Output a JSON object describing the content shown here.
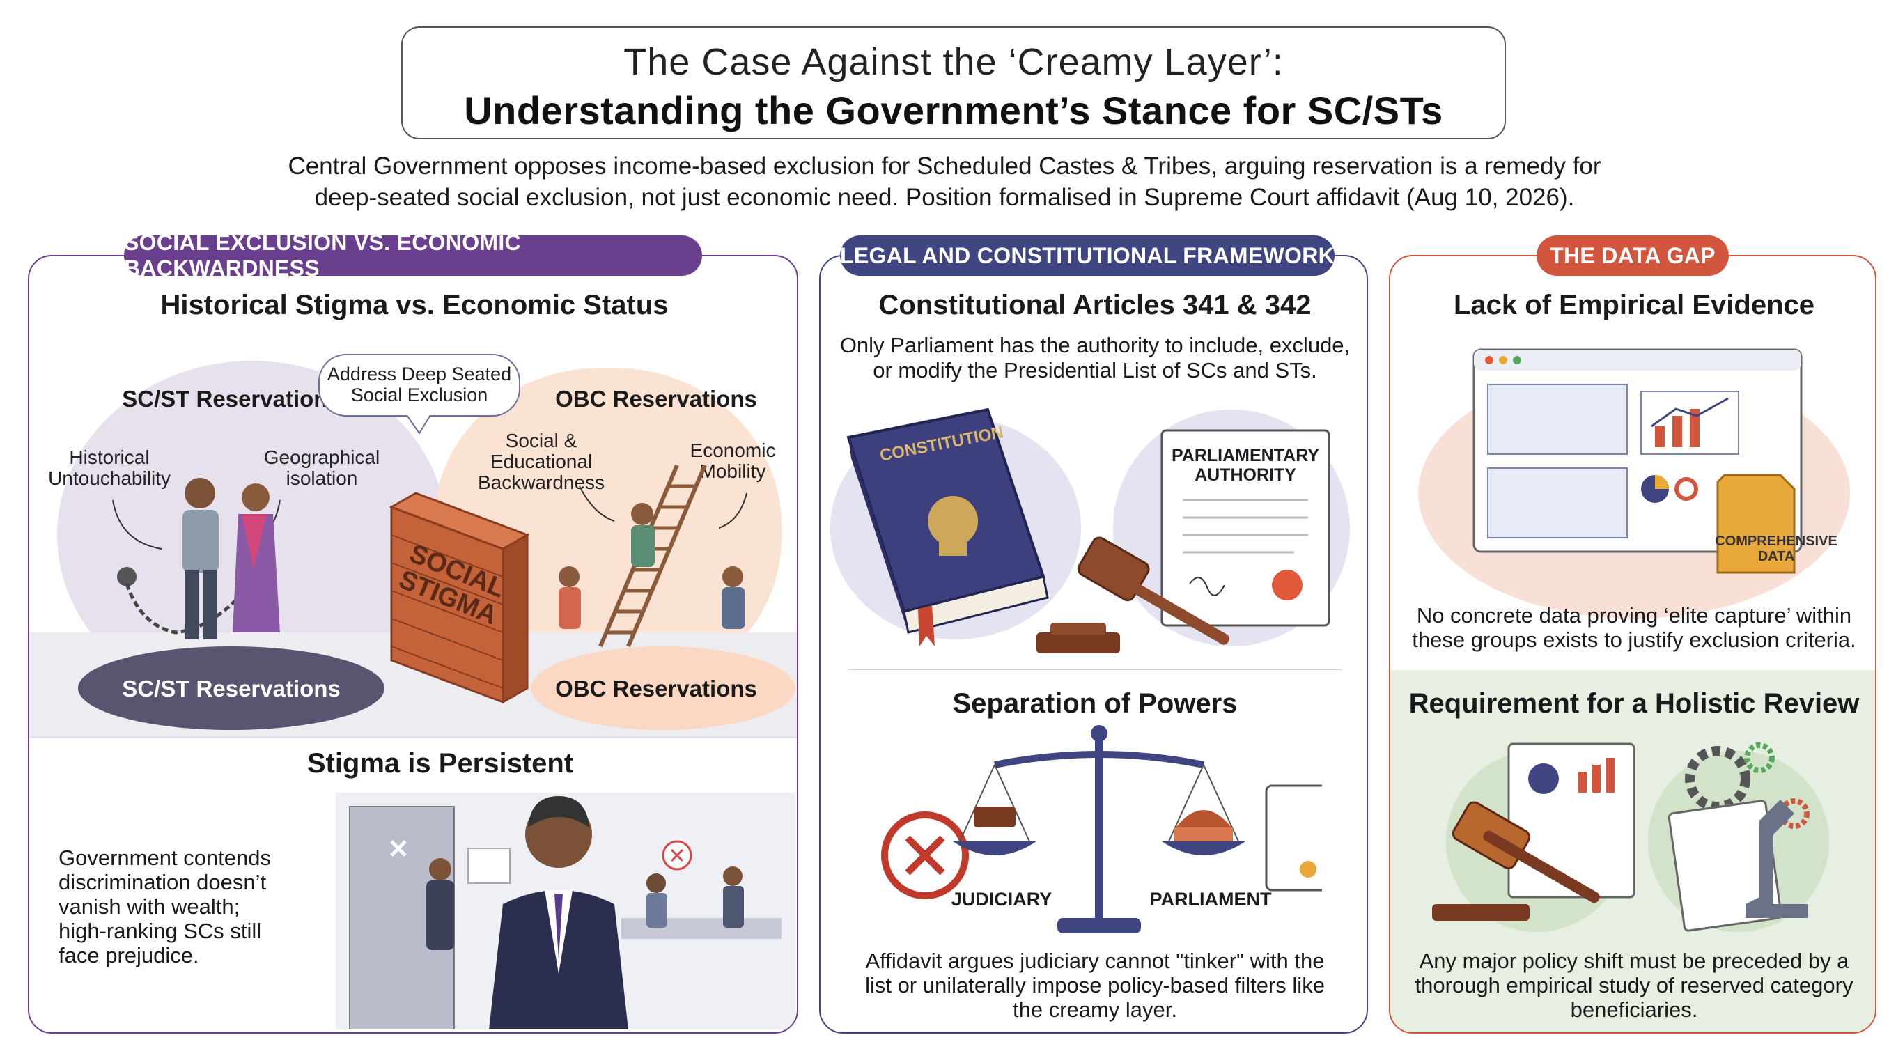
{
  "header": {
    "title_line1": "The Case Against the ‘Creamy Layer’:",
    "title_line2": "Understanding the Government’s Stance for SC/STs",
    "subtitle_line1": "Central Government opposes income-based exclusion for Scheduled Castes & Tribes, arguing reservation is a remedy for",
    "subtitle_line2": "deep-seated social exclusion, not just economic need. Position formalised in Supreme Court affidavit (Aug 10, 2026)."
  },
  "left": {
    "pill": "SOCIAL EXCLUSION VS. ECONOMIC BACKWARDNESS",
    "heading": "Historical Stigma vs. Economic Status",
    "sc_title": "SC/ST Reservations",
    "bubble_line1": "Address Deep Seated",
    "bubble_line2": "Social Exclusion",
    "obc_title": "OBC Reservations",
    "hist_line1": "Historical",
    "hist_line2": "Untouchability",
    "geo_line1": "Geographical",
    "geo_line2": "isolation",
    "social_line1": "Social &",
    "social_line2": "Educational",
    "social_line3": "Backwardness",
    "econ_line1": "Economic",
    "econ_line2": "Mobility",
    "wall_line1": "SOCIAL",
    "wall_line2": "STIGMA",
    "sc_bottom": "SC/ST Reservations",
    "obc_bottom": "OBC Reservations",
    "persist_heading": "Stigma is Persistent",
    "persist_line1": "Government contends",
    "persist_line2": "discrimination doesn’t",
    "persist_line3": "vanish with wealth;",
    "persist_line4": "high-ranking SCs still",
    "persist_line5": "face prejudice."
  },
  "middle": {
    "pill": "LEGAL AND CONSTITUTIONAL FRAMEWORK",
    "heading": "Constitutional Articles 341 & 342",
    "text_line1": "Only Parliament has the authority to include, exclude,",
    "text_line2": "or modify the Presidential List of SCs and STs.",
    "book_label": "CONSTITUTION",
    "doc_line1": "PARLIAMENTARY",
    "doc_line2": "AUTHORITY",
    "sep_heading": "Separation of Powers",
    "judiciary": "JUDICIARY",
    "parliament": "PARLIAMENT",
    "aff_line1": "Affidavit argues judiciary cannot \"tinker\" with the",
    "aff_line2": "list or unilaterally impose policy-based filters like",
    "aff_line3": "the creamy layer."
  },
  "right": {
    "pill": "THE DATA GAP",
    "heading": "Lack of Empirical Evidence",
    "folder_line1": "COMPREHENSIVE",
    "folder_line2": "DATA",
    "text_line1": "No concrete data proving ‘elite capture’ within",
    "text_line2": "these groups exists to justify exclusion criteria.",
    "review_heading": "Requirement for a Holistic Review",
    "review_line1": "Any major policy shift must be preceded by a",
    "review_line2": "thorough empirical study of reserved category",
    "review_line3": "beneficiaries."
  },
  "colors": {
    "left_accent": "#6a3f8e",
    "middle_accent": "#3f4580",
    "right_accent": "#d2553d",
    "brick": "#c4623a",
    "gavel": "#7a3a22",
    "book": "#3d3f7f",
    "review_bg": "#e6efe2"
  },
  "icons": [
    "shackle-chain-icon",
    "ladder-icon",
    "brick-wall-icon",
    "constitution-book-icon",
    "gavel-icon",
    "scale-icon",
    "no-entry-icon",
    "parliament-icon",
    "dashboard-icon",
    "folder-icon",
    "gear-icon",
    "microscope-icon"
  ]
}
